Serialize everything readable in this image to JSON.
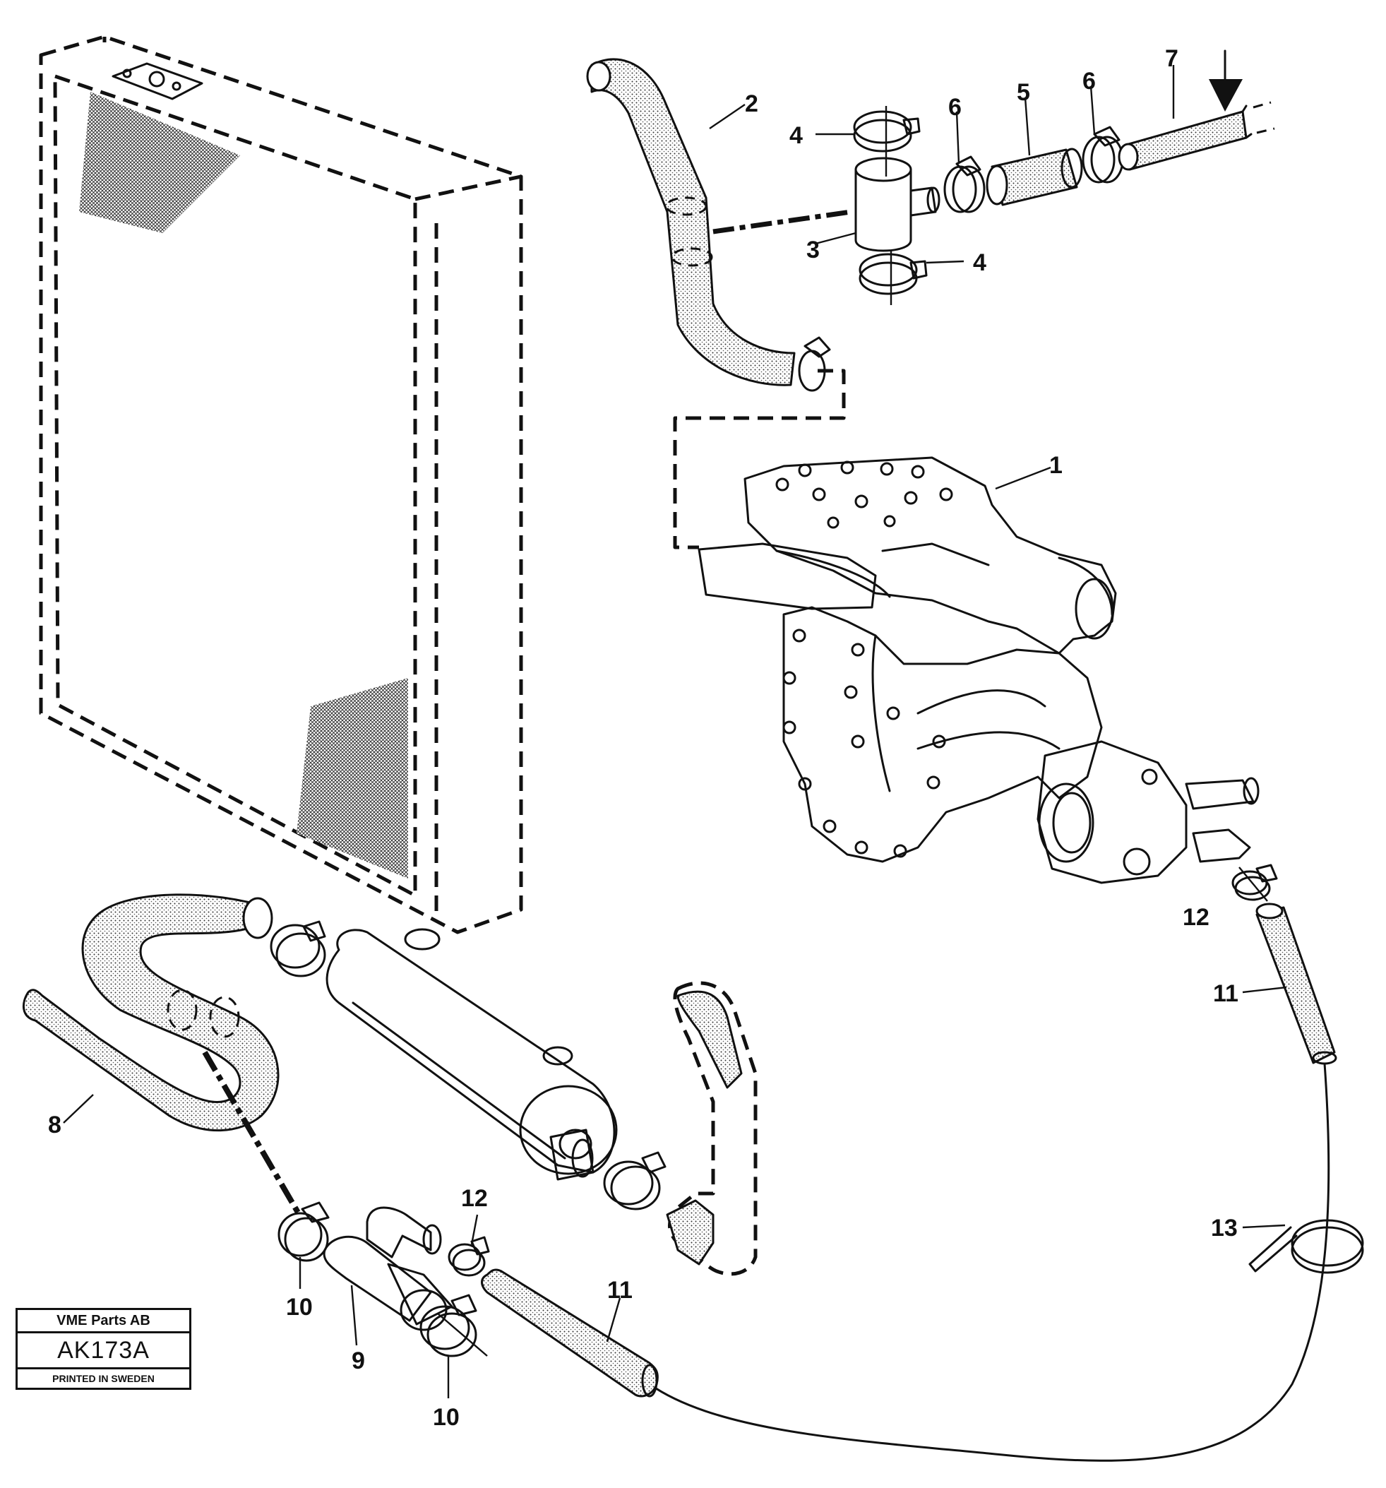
{
  "callouts": [
    {
      "id": "p1",
      "label": "1"
    },
    {
      "id": "p2",
      "label": "2"
    },
    {
      "id": "p3",
      "label": "3"
    },
    {
      "id": "p4a",
      "label": "4"
    },
    {
      "id": "p4b",
      "label": "4"
    },
    {
      "id": "p5",
      "label": "5"
    },
    {
      "id": "p6a",
      "label": "6"
    },
    {
      "id": "p6b",
      "label": "6"
    },
    {
      "id": "p7",
      "label": "7"
    },
    {
      "id": "p8",
      "label": "8"
    },
    {
      "id": "p9",
      "label": "9"
    },
    {
      "id": "p10a",
      "label": "10"
    },
    {
      "id": "p10b",
      "label": "10"
    },
    {
      "id": "p11a",
      "label": "11"
    },
    {
      "id": "p11b",
      "label": "11"
    },
    {
      "id": "p12a",
      "label": "12"
    },
    {
      "id": "p12b",
      "label": "12"
    },
    {
      "id": "p13",
      "label": "13"
    }
  ],
  "stamp": {
    "company": "VME Parts AB",
    "code": "AK173A",
    "printed": "PRINTED IN SWEDEN"
  }
}
